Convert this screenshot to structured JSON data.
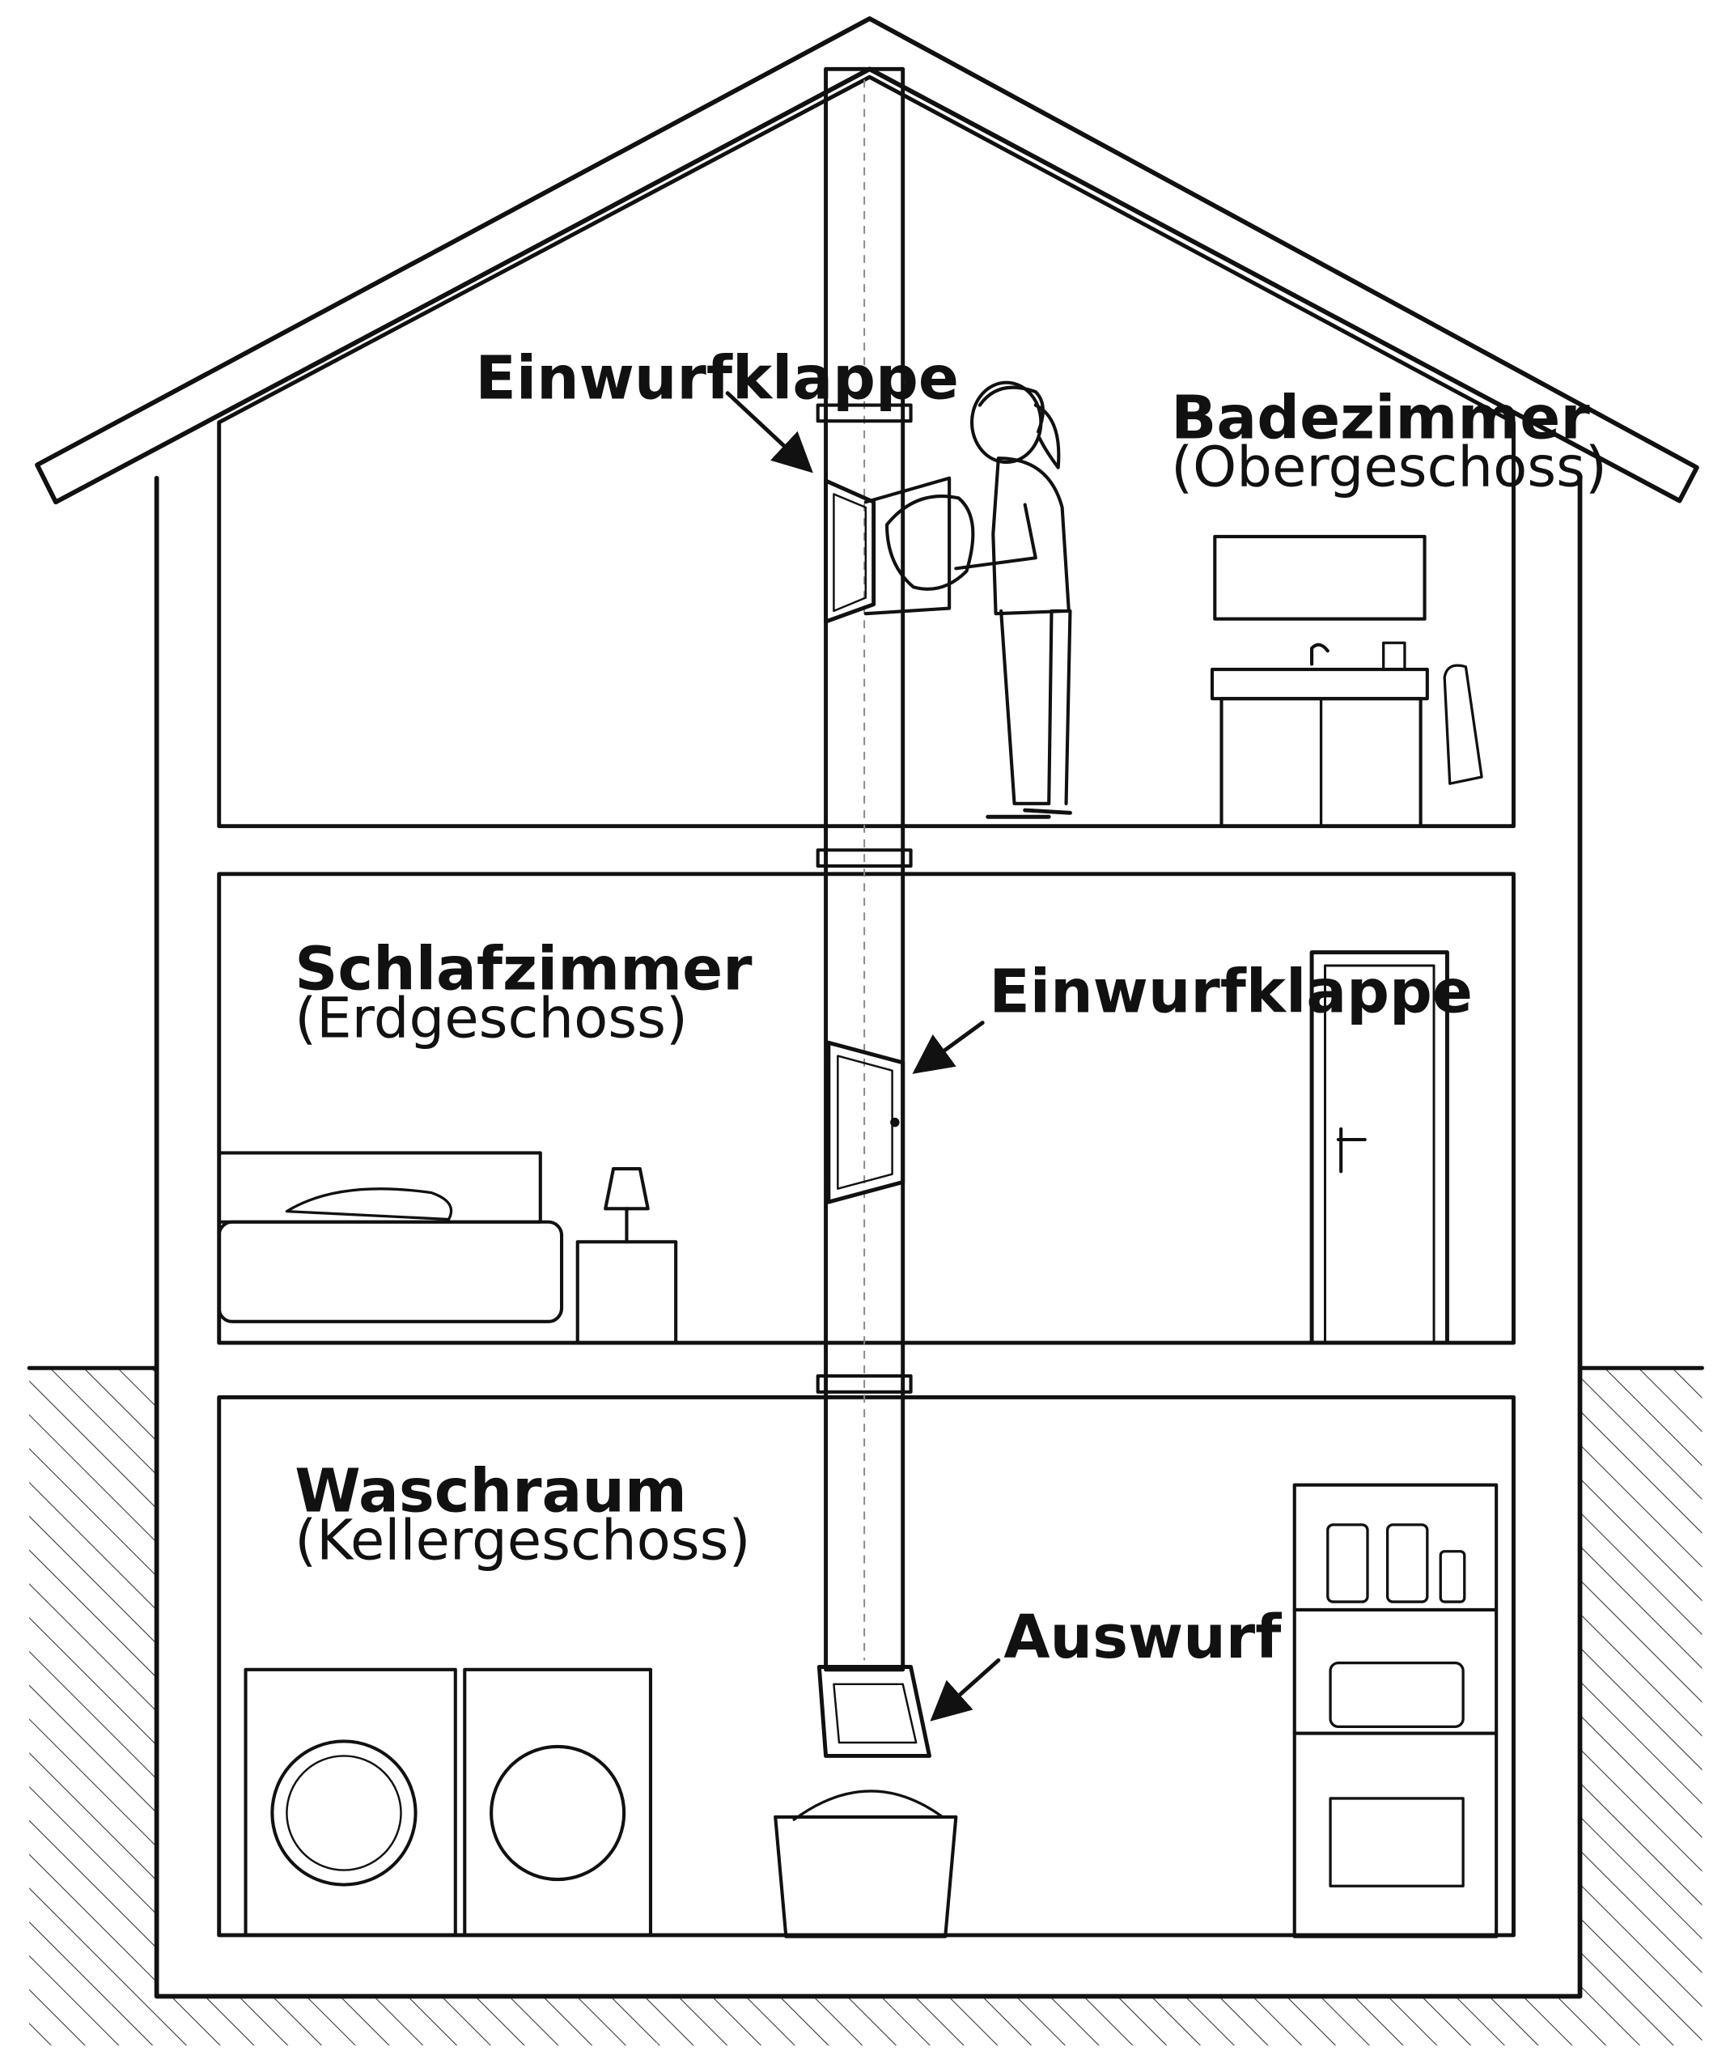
{
  "labels": {
    "upper_hatch": "Einwurfklappe",
    "middle_hatch": "Einwurfklappe",
    "outlet": "Auswurf"
  },
  "rooms": [
    {
      "name": "Badezimmer",
      "floor": "(Obergeschoss)"
    },
    {
      "name": "Schlafzimmer",
      "floor": "(Erdgeschoss)"
    },
    {
      "name": "Waschraum",
      "floor": "(Kellergeschoss)"
    }
  ]
}
